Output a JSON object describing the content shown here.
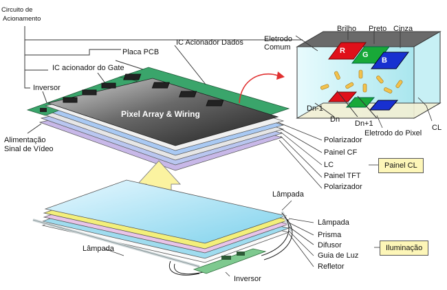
{
  "labels": {
    "circuito": "Circuito de",
    "acionamento": "Acionamento",
    "placa_pcb": "Placa PCB",
    "ic_dados": "IC Acionador Dados",
    "ic_gate": "IC acionador do Gate",
    "inversor_top": "Inversor",
    "alimentacao": "Alimentação",
    "sinal_video": "Sinal de Vídeo",
    "pixel_array": "Pixel Array & Wiring",
    "eletrodo_comum_1": "Eletrodo",
    "eletrodo_comum_2": "Comum",
    "brilho": "Brilho",
    "preto": "Preto",
    "cinza": "Cinza",
    "r": "R",
    "g": "G",
    "b": "B",
    "dn_minus": "Dn-1",
    "dn": "Dn",
    "dn_plus": "Dn+1",
    "eletrodo_pixel": "Eletrodo do Pixel",
    "cl": "CL",
    "polarizador_1": "Polarizador",
    "painel_cf": "Painel CF",
    "lc": "LC",
    "painel_tft": "Painel TFT",
    "polarizador_2": "Polarizador",
    "painel_cl": "Painel CL",
    "lampada_top": "Lâmpada",
    "lampada_right": "Lâmpada",
    "lampada_left": "Lâmpada",
    "prisma": "Prisma",
    "difusor": "Difusor",
    "guia_luz": "Guia de Luz",
    "refletor": "Refletor",
    "iluminacao": "Iluminação",
    "inversor_bottom": "Inversor"
  },
  "colors": {
    "box_fill": "#fdf6b8",
    "pcb_green": "#3aa56b",
    "panel_dark": "#3a3a3a",
    "cell_cyan": "#bfeef2",
    "red": "#e0101a",
    "green": "#18a838",
    "blue": "#1830d0",
    "arrow_yellow": "#fbf3a0"
  }
}
